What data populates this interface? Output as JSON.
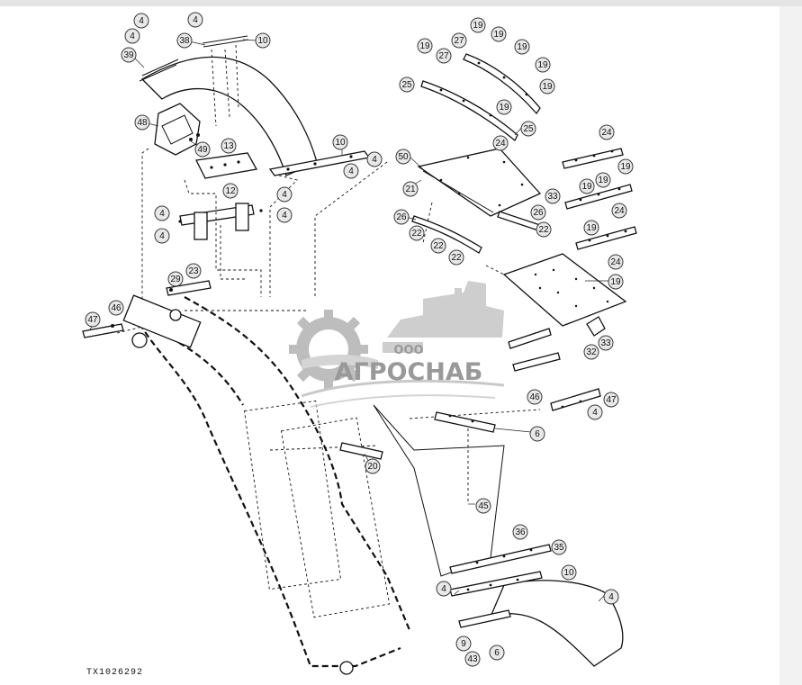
{
  "drawing_id": "TX1026292",
  "watermark": {
    "company_form": "ООО",
    "brand": "АГРОСНАБ",
    "colors": {
      "gear": "#a9a9a9",
      "text": "#8c8c8c",
      "field": "#c6c6c6"
    }
  },
  "callouts": [
    "4",
    "4",
    "39",
    "38",
    "4",
    "10",
    "48",
    "49",
    "13",
    "10",
    "4",
    "4",
    "12",
    "4",
    "4",
    "4",
    "4",
    "19",
    "27",
    "19",
    "19",
    "27",
    "19",
    "19",
    "25",
    "19",
    "19",
    "25",
    "24",
    "50",
    "21",
    "26",
    "22",
    "22",
    "22",
    "26",
    "22",
    "24",
    "19",
    "19",
    "33",
    "19",
    "24",
    "19",
    "24",
    "19",
    "33",
    "32",
    "29",
    "23",
    "47",
    "46",
    "46",
    "47",
    "4",
    "6",
    "20",
    "45",
    "36",
    "35",
    "10",
    "4",
    "4",
    "9",
    "43",
    "6",
    "4",
    "4"
  ]
}
